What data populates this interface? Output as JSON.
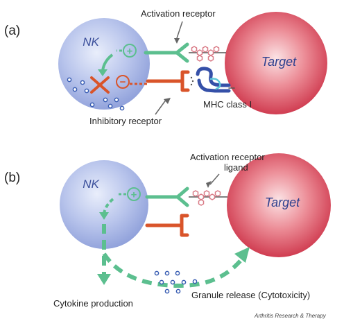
{
  "figure": {
    "panel_a": {
      "label": "(a)",
      "nk_label": "NK",
      "target_label": "Target",
      "activation_receptor": "Activation receptor",
      "inhibitory_receptor": "Inhibitory receptor",
      "mhc_class_i": "MHC class I",
      "plus_symbol": "+",
      "minus_symbol": "−"
    },
    "panel_b": {
      "label": "(b)",
      "nk_label": "NK",
      "target_label": "Target",
      "activation_ligand_line1": "Activation receptor",
      "activation_ligand_line2": "ligand",
      "plus_symbol": "+",
      "cytokine_production": "Cytokine production",
      "granule_release": "Granule release (Cytotoxicity)"
    },
    "credit": "Arthritis Research & Therapy"
  },
  "colors": {
    "nk_cell": "#aab8e4",
    "target_cell": "#d9455a",
    "activation_receptor": "#5cbf8f",
    "inhibitory_receptor": "#d9542a",
    "mhc": "#3550a8",
    "ligand": "#d97a86",
    "granule": "#3a5eb3",
    "arrow": "#666666"
  },
  "icons": [
    "plus-signal-icon",
    "minus-signal-icon",
    "inhibition-cross-icon",
    "granule-icon",
    "ligand-hexagon-icon",
    "mhc-molecule-icon",
    "pointer-arrow-icon"
  ]
}
